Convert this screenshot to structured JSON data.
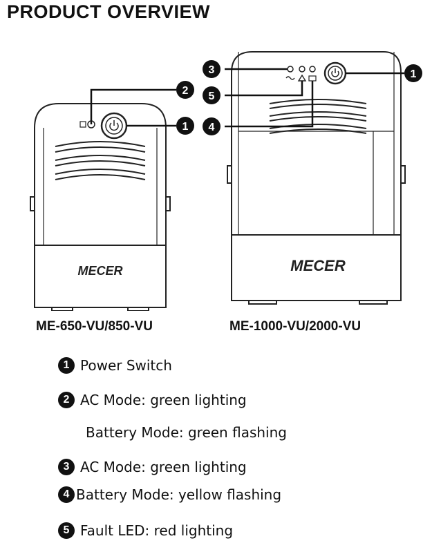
{
  "title": "PRODUCT OVERVIEW",
  "models": {
    "small": "ME-650-VU/850-VU",
    "large": "ME-1000-VU/2000-VU"
  },
  "brand": "MECER",
  "callouts": [
    "1",
    "2",
    "3",
    "4",
    "5"
  ],
  "legend": [
    {
      "num": "1",
      "text": "Power Switch"
    },
    {
      "num": "2",
      "text": "AC Mode: green lighting"
    },
    {
      "num": "",
      "text": "Battery Mode: green flashing"
    },
    {
      "num": "3",
      "text": "AC Mode: green lighting"
    },
    {
      "num": "4",
      "text": "Battery Mode: yellow flashing"
    },
    {
      "num": "5",
      "text": "Fault LED: red lighting"
    }
  ]
}
